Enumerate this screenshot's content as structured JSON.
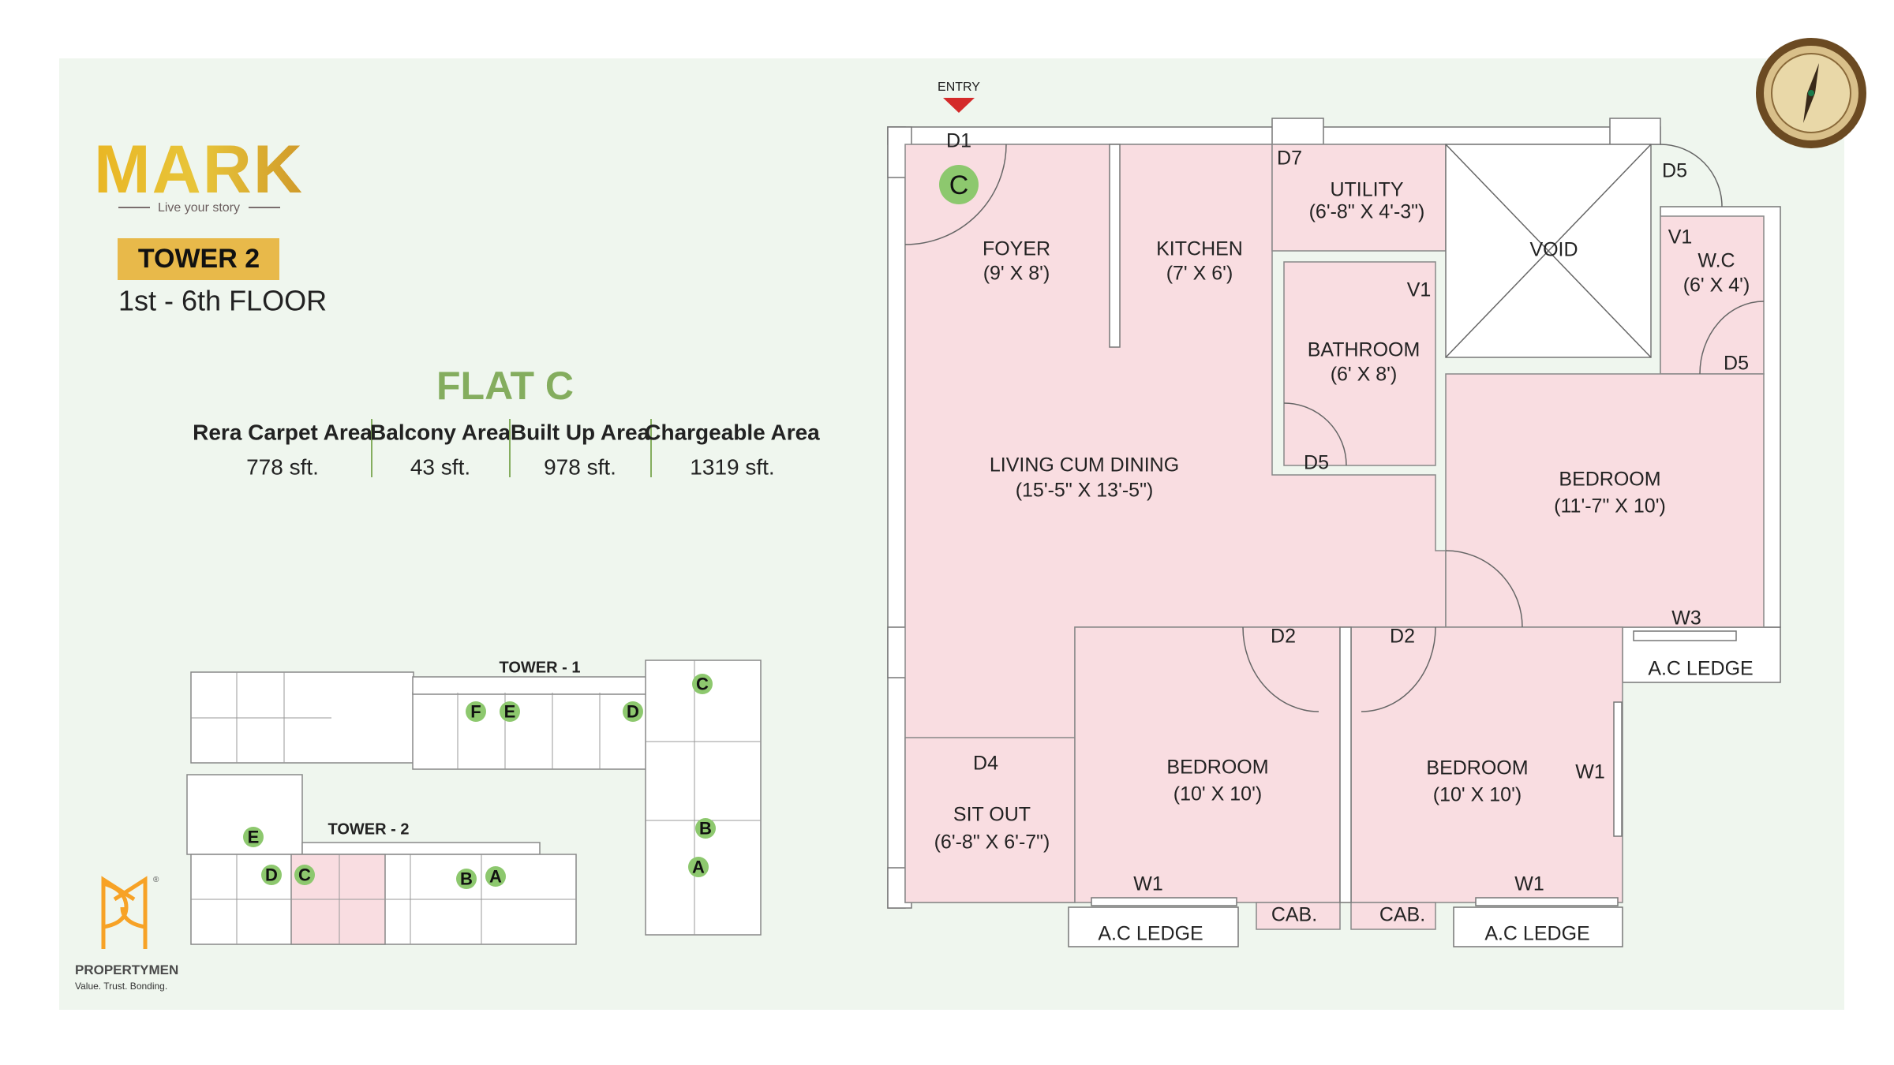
{
  "brand": {
    "logo_text": "MARK",
    "tagline": "Live your story"
  },
  "tower": {
    "label": "TOWER 2",
    "floors": "1st - 6th FLOOR"
  },
  "flat": {
    "title": "FLAT C",
    "areas": [
      {
        "label": "Rera Carpet Area",
        "value": "778 sft."
      },
      {
        "label": "Balcony Area",
        "value": "43 sft."
      },
      {
        "label": "Built Up Area",
        "value": "978 sft."
      },
      {
        "label": "Chargeable Area",
        "value": "1319 sft."
      }
    ]
  },
  "key_plan": {
    "tower1": "TOWER - 1",
    "tower2": "TOWER - 2",
    "tower1_units": [
      "F",
      "E",
      "D",
      "C",
      "B",
      "A"
    ],
    "tower2_units": [
      "E",
      "D",
      "C",
      "B",
      "A"
    ],
    "highlight_color": "#f9dde1"
  },
  "developer": {
    "name": "PROPERTYMEN",
    "tagline": "Value. Trust. Bonding.",
    "mark": "®"
  },
  "plan": {
    "entry": "ENTRY",
    "unit_badge": "C",
    "rooms": {
      "foyer": {
        "name": "FOYER",
        "size": "(9' X 8')"
      },
      "kitchen": {
        "name": "KITCHEN",
        "size": "(7' X 6')"
      },
      "utility": {
        "name": "UTILITY",
        "size": "(6'-8\" X 4'-3\")"
      },
      "void": {
        "name": "VOID"
      },
      "wc": {
        "name": "W.C",
        "size": "(6' X 4')"
      },
      "bathroom": {
        "name": "BATHROOM",
        "size": "(6' X 8')"
      },
      "living": {
        "name": "LIVING CUM DINING",
        "size": "(15'-5\" X 13'-5\")"
      },
      "bedroom1": {
        "name": "BEDROOM",
        "size": "(11'-7\" X 10')"
      },
      "bedroom2": {
        "name": "BEDROOM",
        "size": "(10' X 10')"
      },
      "bedroom3": {
        "name": "BEDROOM",
        "size": "(10' X 10')"
      },
      "sitout": {
        "name": "SIT OUT",
        "size": "(6'-8\" X 6'-7\")"
      }
    },
    "tags": {
      "d1": "D1",
      "d7": "D7",
      "d5_top": "D5",
      "v1_wc": "V1",
      "v1_bath": "V1",
      "d5_bath": "D5",
      "d5_wc": "D5",
      "w3": "W3",
      "d2_left": "D2",
      "d2_right": "D2",
      "d4": "D4",
      "w1_right": "W1",
      "w1_left_bottom": "W1",
      "w1_right_bottom": "W1",
      "cab_left": "CAB.",
      "cab_right": "CAB."
    },
    "ledges": {
      "right": "A.C LEDGE",
      "bottom_left": "A.C LEDGE",
      "bottom_right": "A.C LEDGE"
    }
  },
  "colors": {
    "panel": "#eff6ee",
    "accent_gold": "#e8b94a",
    "flat_green": "#84ad5e",
    "room_pink": "#f9dde1",
    "badge_green": "#8dc86e",
    "entry_red": "#d42a2a",
    "dev_orange": "#f7a226"
  }
}
